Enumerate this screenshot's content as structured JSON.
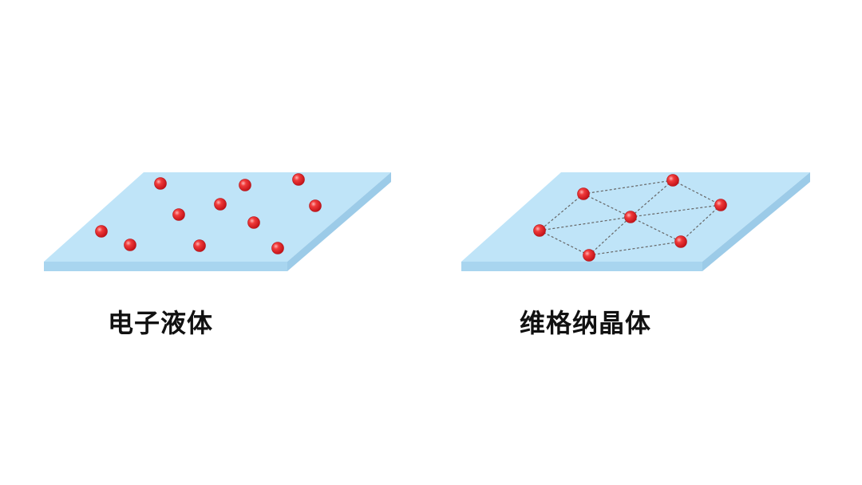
{
  "colors": {
    "plate_top": "#bfe4f8",
    "plate_front": "#a8d5ef",
    "plate_side": "#9ccbe8",
    "particle": "#e8262b",
    "particle_highlight": "#ffb3b3",
    "lattice_line": "#666666",
    "caption": "#111111"
  },
  "panels": [
    {
      "id": "electron-liquid",
      "caption": "电子液体",
      "shows_lattice": false,
      "particle_count": 11
    },
    {
      "id": "wigner-crystal",
      "caption": "维格纳晶体",
      "shows_lattice": true,
      "particle_count": 7
    }
  ]
}
